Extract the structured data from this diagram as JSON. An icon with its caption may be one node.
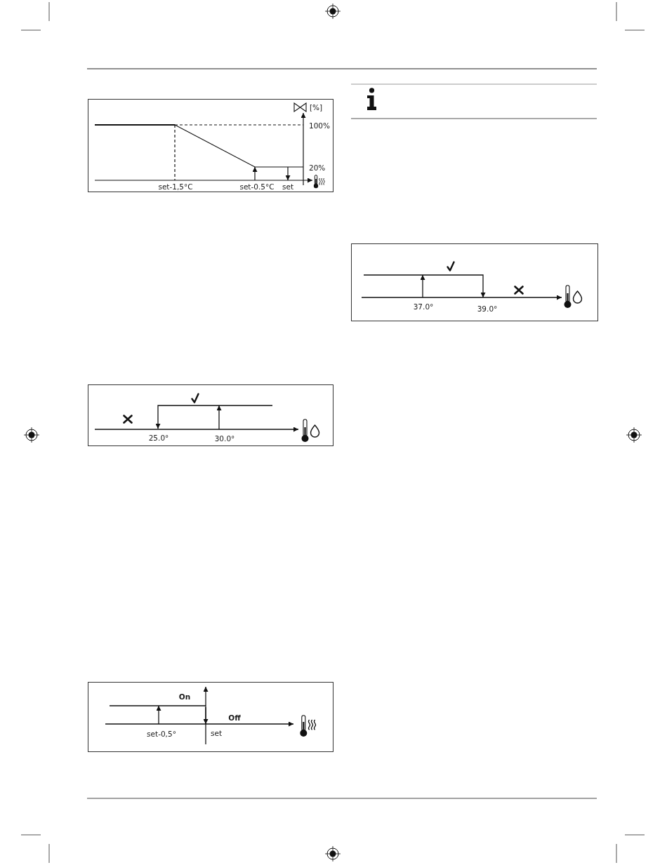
{
  "diagram": {
    "labels": [
      "[%]",
      "100%",
      "20%",
      "set-1,5°C",
      "set-0.5°C",
      "set",
      "37.0°",
      "39.0°",
      "25.0°",
      "30.0°",
      "On",
      "Off",
      "set-0,5°",
      "set"
    ]
  }
}
